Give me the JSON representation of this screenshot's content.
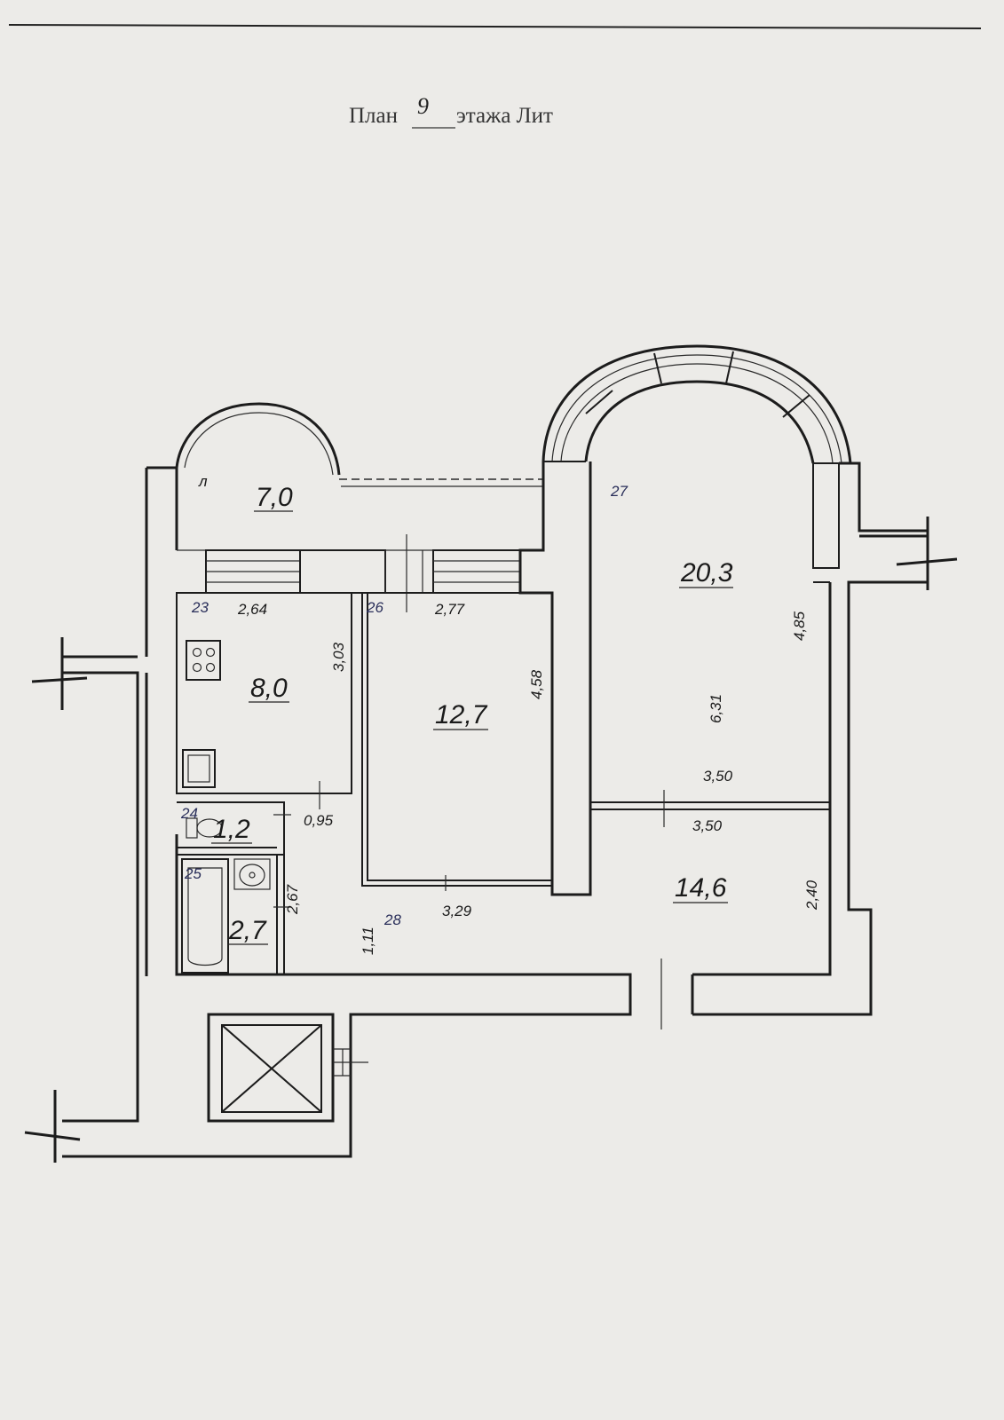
{
  "title": {
    "prefix": "План",
    "floor": "9",
    "suffix": "этажа Лит"
  },
  "rooms": {
    "balcony_small": {
      "area": "7,0",
      "mark": "л"
    },
    "kitchen": {
      "number": "23",
      "area": "8,0"
    },
    "room_mid": {
      "number": "26",
      "area": "12,7"
    },
    "room_big": {
      "number": "27",
      "area": "20,3"
    },
    "wc": {
      "number": "24",
      "area": "1,2"
    },
    "bath": {
      "number": "25",
      "area": "2,7"
    },
    "hall_big": {
      "area": "14,6"
    },
    "corridor": {
      "number": "28"
    }
  },
  "dimensions": {
    "kitchen_width": "2,64",
    "kitchen_height": "3,03",
    "room_mid_width": "2,77",
    "room_mid_height": "4,58",
    "room_mid_bottom": "3,29",
    "room_big_right": "4,85",
    "room_big_height": "6,31",
    "room_big_width": "3,50",
    "hall_width": "3,50",
    "hall_height": "2,40",
    "wc_width": "0,95",
    "bath_height": "2,67",
    "corridor_width": "1,11"
  }
}
